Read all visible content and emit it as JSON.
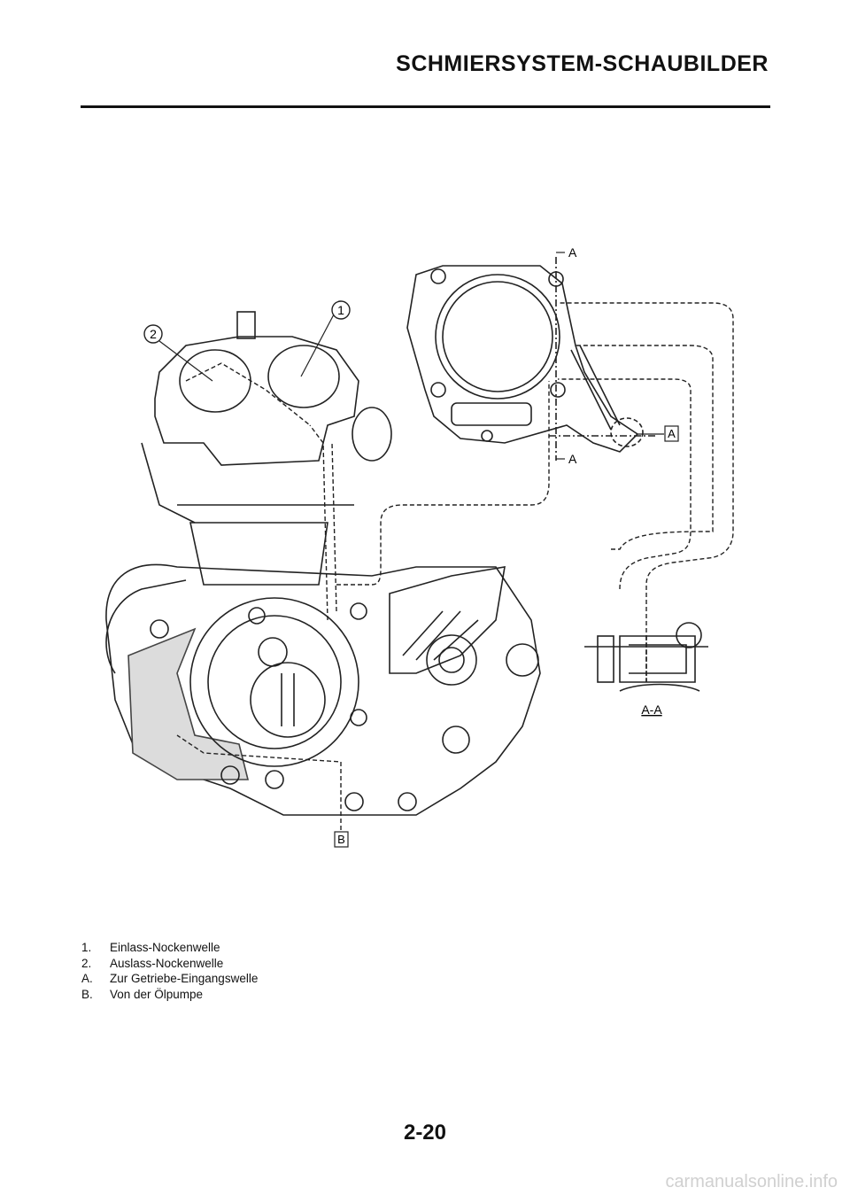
{
  "header": {
    "title": "SCHMIERSYSTEM-SCHAUBILDER"
  },
  "callouts": {
    "one": "1",
    "two": "2",
    "section_a_top": "A",
    "section_a_bottom": "A",
    "box_a": "A",
    "box_b": "B",
    "section_view": "A-A"
  },
  "legend": [
    {
      "key": "1.",
      "text": "Einlass-Nockenwelle"
    },
    {
      "key": "2.",
      "text": "Auslass-Nockenwelle"
    },
    {
      "key": "A.",
      "text": "Zur Getriebe-Eingangswelle"
    },
    {
      "key": "B.",
      "text": "Von der Ölpumpe"
    }
  ],
  "footer": {
    "page_number": "2-20"
  },
  "watermark": "carmanualsonline.info"
}
